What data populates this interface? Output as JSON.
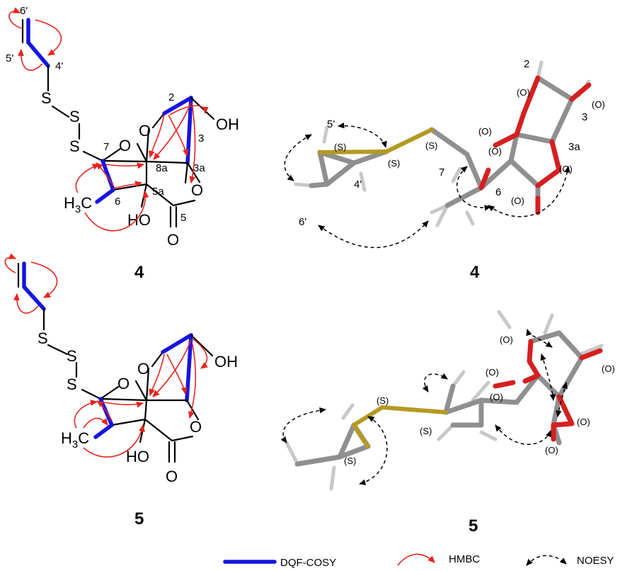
{
  "labels": {
    "OH": "OH",
    "HO": "HO",
    "O": "O",
    "S": "S",
    "H3C": "H3C",
    "H3C_main": "H",
    "H3C_sub": "3",
    "H3C_tail": "C",
    "s_label": "(S)",
    "o_label": "(O)"
  },
  "compound4": {
    "label": "4",
    "pos_6p": "6'",
    "pos_5p": "5'",
    "pos_4p": "4'",
    "pos_2": "2",
    "pos_3": "3",
    "pos_3a": "3a",
    "pos_7": "7",
    "pos_8a": "8a",
    "pos_6": "6",
    "pos_5a": "5a",
    "pos_5": "5"
  },
  "compound5": {
    "label": "5"
  },
  "model4": {
    "label": "4",
    "pos_2": "2",
    "pos_3": "3",
    "pos_3a": "3a",
    "pos_5p": "5'",
    "pos_4p": "4'",
    "pos_6p": "6'",
    "pos_7": "7",
    "pos_6": "6"
  },
  "model5": {
    "label": "5"
  },
  "legend": {
    "cosy": "DQF-COSY",
    "hmbc": "HMBC",
    "noesy": "NOESY"
  },
  "colors": {
    "cosy_blue": "#1515e0",
    "hmbc_red": "#e8231e",
    "oxygen_red": "#d42020",
    "sulfur_gold": "#b49a22",
    "carbon_gray": "#8f8f8f"
  }
}
